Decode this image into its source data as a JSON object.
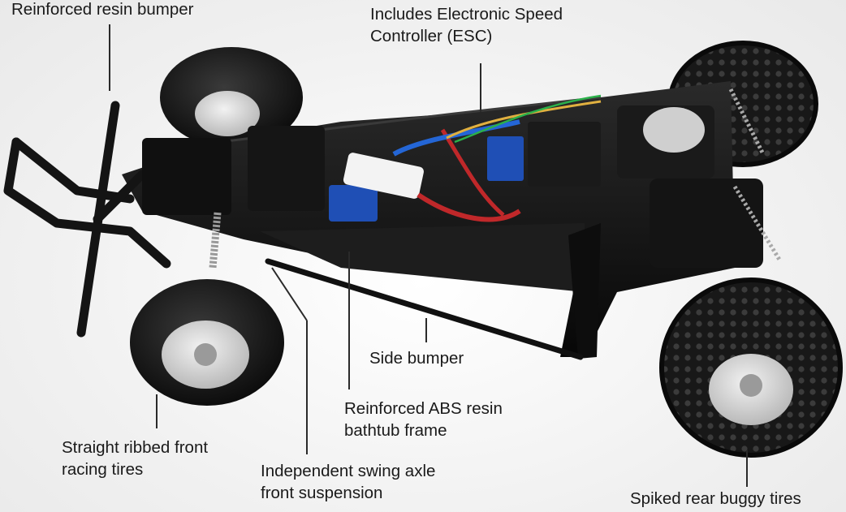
{
  "colors": {
    "background": "#f4f4f4",
    "chassis": "#111111",
    "tire": "#1c1c1c",
    "wheel_rim": "#d6d6d6",
    "esc_blue": "#1f4fb5",
    "wire_red": "#c0282a",
    "wire_blue": "#2466d6",
    "spring": "#a9a9a9",
    "leader_line": "#2a2a2a"
  },
  "labels": {
    "bumper": {
      "lines": [
        "Reinforced resin bumper"
      ]
    },
    "esc": {
      "lines": [
        "Includes Electronic Speed",
        "Controller (ESC)"
      ]
    },
    "side_bumper": {
      "lines": [
        "Side bumper"
      ]
    },
    "frame": {
      "lines": [
        "Reinforced  ABS resin",
        "bathtub frame"
      ]
    },
    "front_tires": {
      "lines": [
        "Straight ribbed front",
        "racing tires"
      ]
    },
    "suspension": {
      "lines": [
        "Independent swing axle",
        "front suspension"
      ]
    },
    "rear_tires": {
      "lines": [
        "Spiked rear buggy tires"
      ]
    }
  }
}
